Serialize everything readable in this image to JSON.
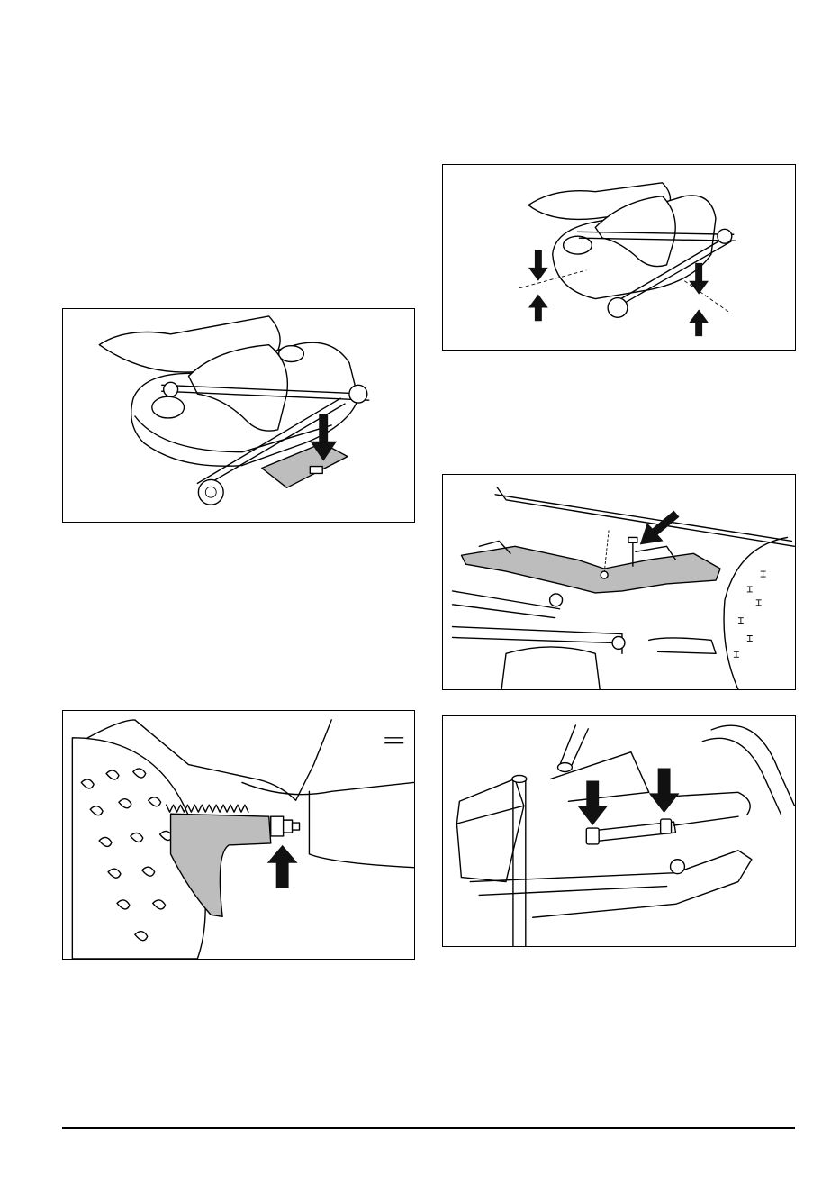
{
  "figures": [
    {
      "id": "mower-board",
      "icons": [
        "down-arrow-icon"
      ]
    },
    {
      "id": "deck-level",
      "icons": [
        "down-arrow-icon",
        "up-arrow-icon"
      ]
    },
    {
      "id": "blade-chain",
      "icons": [
        "diagonal-arrow-icon"
      ]
    },
    {
      "id": "wheel-bracket",
      "icons": [
        "up-arrow-icon"
      ]
    },
    {
      "id": "link-nuts",
      "icons": [
        "down-arrow-icon"
      ]
    }
  ],
  "colors": {
    "line": "#000000",
    "fill_gray": "#bdbdbd",
    "arrow": "#111111"
  }
}
